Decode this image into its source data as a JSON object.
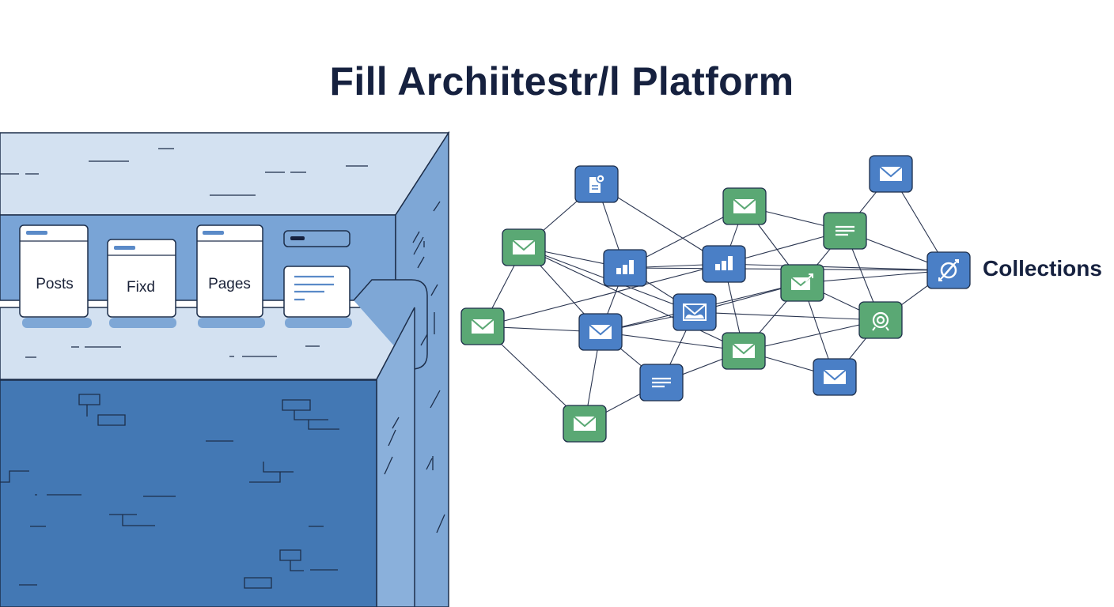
{
  "title": "Fill Archiitestr/l Platform",
  "colors": {
    "blue_node": "#4a7fc6",
    "green_node": "#5aa874",
    "outline": "#1d2e4a",
    "building_top": "#d3e1f1",
    "building_front": "#4378b4",
    "building_side": "#7ea7d6"
  },
  "building": {
    "cards": [
      {
        "label": "Posts",
        "icon": "document-card"
      },
      {
        "label": "Fixd",
        "icon": "document-card"
      },
      {
        "label": "Pages",
        "icon": "document-card"
      },
      {
        "label": "",
        "icon": "text-lines-card"
      }
    ],
    "search_bar": {
      "icon": "search-bar"
    }
  },
  "network": {
    "label": "Collections",
    "nodes": [
      {
        "id": "n1",
        "color": "blue",
        "icon": "document-gear-icon"
      },
      {
        "id": "n2",
        "color": "green",
        "icon": "mail-icon"
      },
      {
        "id": "n3",
        "color": "blue",
        "icon": "mail-icon"
      },
      {
        "id": "n4",
        "color": "green",
        "icon": "mail-icon"
      },
      {
        "id": "n5",
        "color": "blue",
        "icon": "bar-chart-icon"
      },
      {
        "id": "n6",
        "color": "blue",
        "icon": "bar-chart-icon"
      },
      {
        "id": "n7",
        "color": "green",
        "icon": "text-lines-icon"
      },
      {
        "id": "n8",
        "color": "blue",
        "icon": "sync-icon"
      },
      {
        "id": "n9",
        "color": "green",
        "icon": "mail-icon"
      },
      {
        "id": "n10",
        "color": "green",
        "icon": "mail-send-icon"
      },
      {
        "id": "n11",
        "color": "blue",
        "icon": "mail-inbox-icon"
      },
      {
        "id": "n12",
        "color": "blue",
        "icon": "mail-icon"
      },
      {
        "id": "n13",
        "color": "green",
        "icon": "target-icon"
      },
      {
        "id": "n14",
        "color": "green",
        "icon": "mail-icon"
      },
      {
        "id": "n15",
        "color": "blue",
        "icon": "text-lines-icon"
      },
      {
        "id": "n16",
        "color": "blue",
        "icon": "mail-icon"
      },
      {
        "id": "n17",
        "color": "green",
        "icon": "mail-icon"
      }
    ]
  }
}
